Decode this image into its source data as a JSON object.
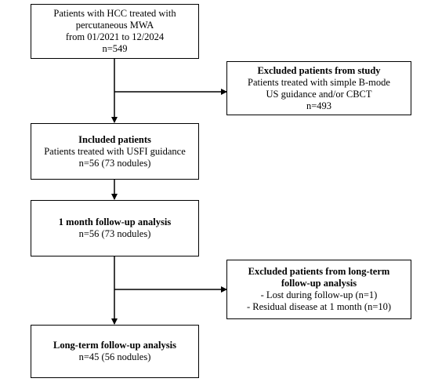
{
  "boxes": {
    "start": {
      "lines": [
        "Patients with HCC treated with",
        "percutaneous MWA",
        "from 01/2021 to 12/2024",
        "n=549"
      ]
    },
    "excluded_study": {
      "title": "Excluded patients from study",
      "lines": [
        "Patients treated with simple B-mode",
        "US guidance and/or CBCT",
        "n=493"
      ]
    },
    "included": {
      "title": "Included patients",
      "lines": [
        "Patients treated with USFI guidance",
        "n=56 (73 nodules)"
      ]
    },
    "one_month": {
      "title": "1 month follow-up analysis",
      "lines": [
        "n=56 (73 nodules)"
      ]
    },
    "excluded_longterm": {
      "title_lines": [
        "Excluded patients from long-term",
        "follow-up analysis"
      ],
      "lines": [
        "- Lost during follow-up (n=1)",
        "- Residual disease at 1 month (n=10)"
      ]
    },
    "long_term": {
      "title": "Long-term follow-up analysis",
      "lines": [
        "n=45 (56 nodules)"
      ]
    }
  },
  "colors": {
    "stroke": "#000000",
    "background": "#ffffff"
  }
}
